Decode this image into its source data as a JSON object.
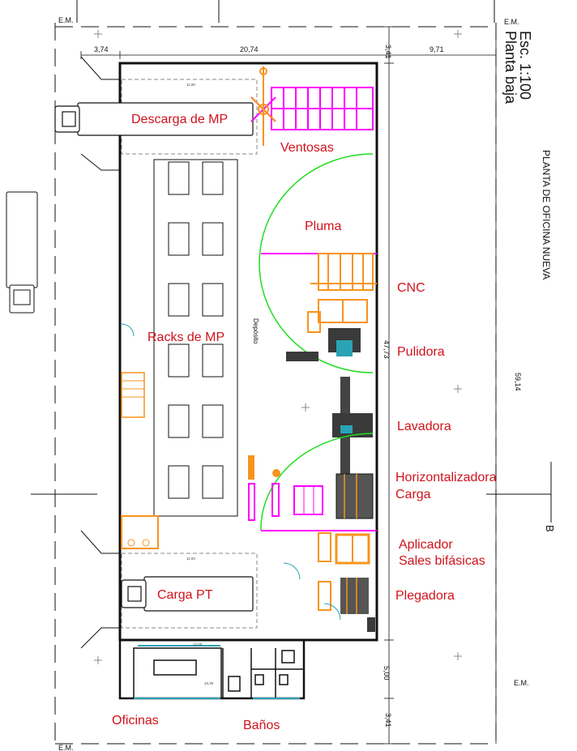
{
  "plan": {
    "scale": "Esc. 1:100",
    "floor": "Planta baja",
    "office_plan": "PLANTA DE OFICINA NUEVA",
    "section_marker": "B",
    "level_marks": [
      "E.M.",
      "E.M.",
      "E.M.",
      "E.M."
    ]
  },
  "dimensions": {
    "left_margin": "3,74",
    "width_main": "20,74",
    "right_margin": "9,71",
    "top_gap": "3,41",
    "length_main": "47,73",
    "total_length": "59,14",
    "office_depth": "5,00",
    "bottom_gap": "3,41",
    "truck_zone": "11,00",
    "truck_zone_2": "11,00",
    "office_width": "12,00",
    "office_depth_2": "10,30"
  },
  "zones": {
    "descarga": "Descarga de MP",
    "ventosas": "Ventosas",
    "pluma": "Pluma",
    "racks": "Racks de MP",
    "deposito": "Depósito",
    "cnc": "CNC",
    "pulidora": "Pulidora",
    "lavadora": "Lavadora",
    "horizontalizadora": "Horizontalizadora",
    "carga": "Carga",
    "aplicador": "Aplicador",
    "sales": "Sales bifásicas",
    "plegadora": "Plegadora",
    "carga_pt": "Carga PT",
    "oficinas": "Oficinas",
    "banos": "Baños"
  },
  "colors": {
    "red_label": "#d0121b",
    "magenta": "#ff00ff",
    "orange": "#f7941d",
    "green": "#22dd22",
    "wall": "#111111"
  }
}
